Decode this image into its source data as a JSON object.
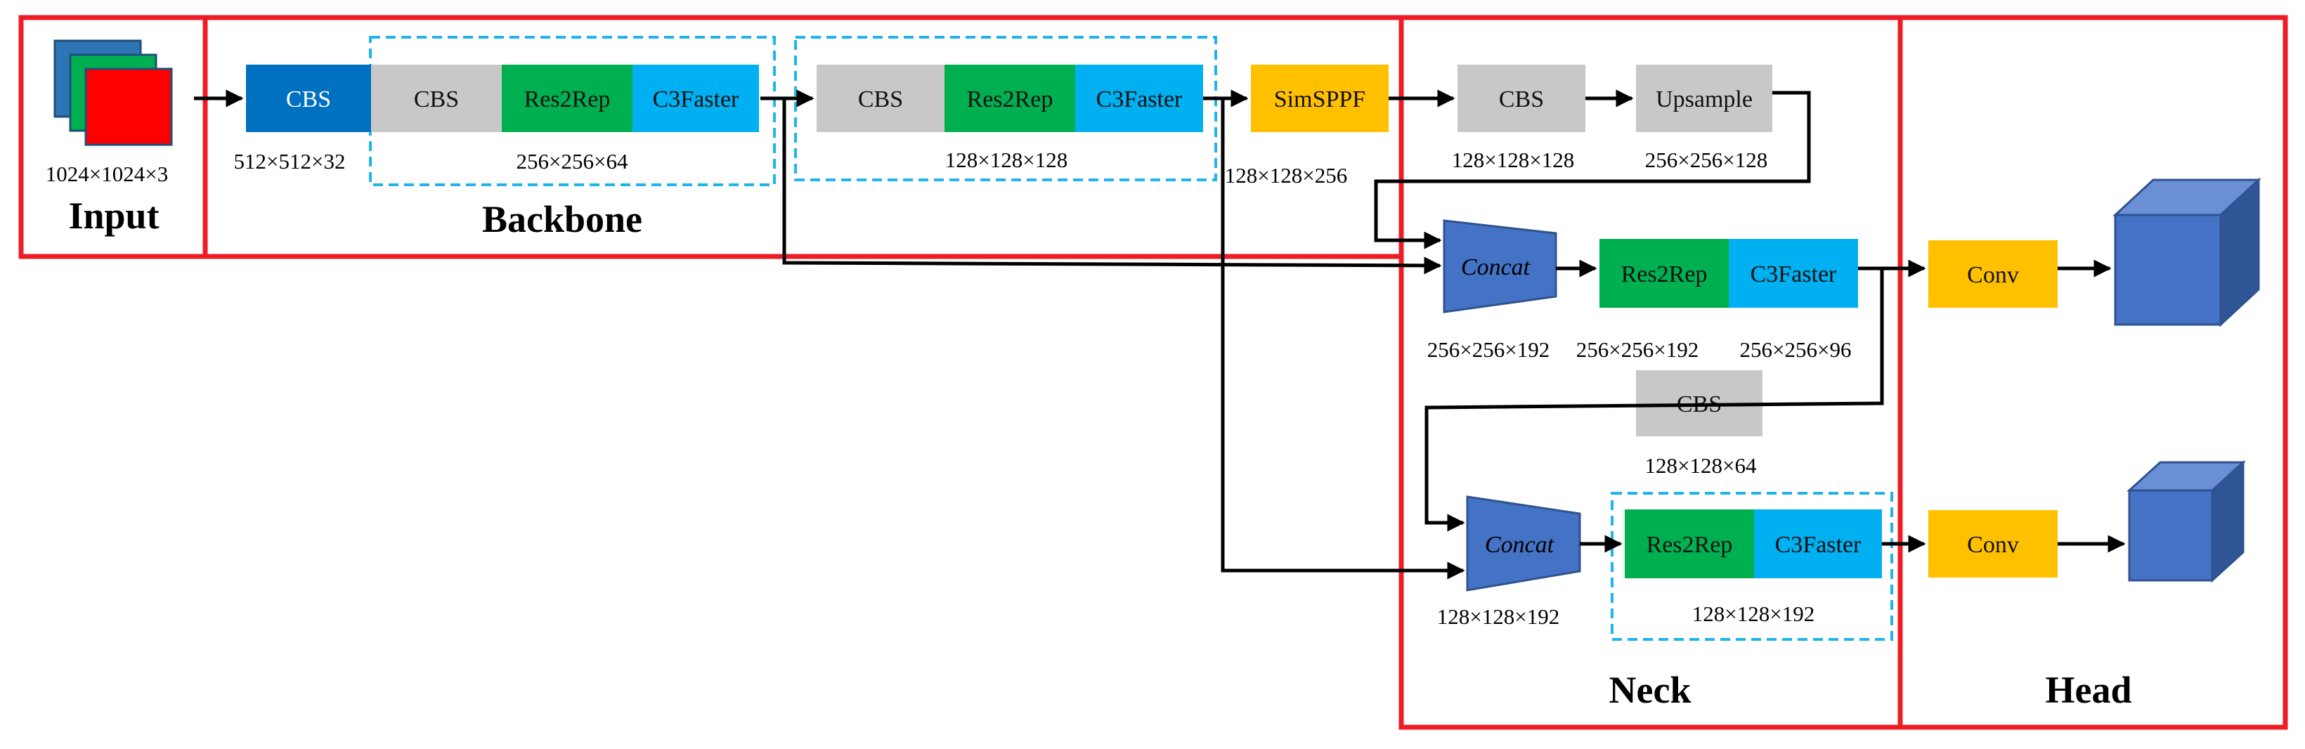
{
  "sections": {
    "input": "Input",
    "backbone": "Backbone",
    "neck": "Neck",
    "head": "Head"
  },
  "blocks": {
    "cbs": "CBS",
    "res2rep": "Res2Rep",
    "c3faster": "C3Faster",
    "simsppf": "SimSPPF",
    "upsample": "Upsample",
    "concat": "Concat",
    "conv": "Conv"
  },
  "dims": {
    "input": "1024×1024×3",
    "cbs1": "512×512×32",
    "stage1": "256×256×64",
    "stage2": "128×128×128",
    "simsppf": "128×128×256",
    "neck_cbs": "128×128×128",
    "upsample": "256×256×128",
    "concat1": "256×256×192",
    "res2rep1": "256×256×192",
    "c3faster1": "256×256×96",
    "neck_cbs2": "128×128×64",
    "concat2": "128×128×192",
    "stage3": "128×128×192"
  },
  "colors": {
    "frame_red": "#ee1c24",
    "dashed_blue": "#1eb4ec",
    "cbs_dark_blue": "#0070c0",
    "cbs_gray": "#c8c8c8",
    "res2rep_green": "#00b050",
    "c3faster_cyan": "#00b0f0",
    "simsppf_orange": "#ffc000",
    "conv_orange": "#ffc000",
    "concat_blue": "#4472c4",
    "cube_blue": "#4472c4"
  }
}
